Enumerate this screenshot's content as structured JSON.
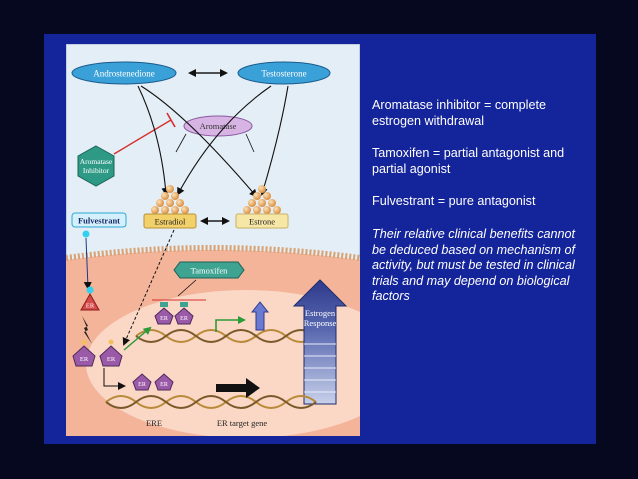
{
  "diagram": {
    "nodes": {
      "androstenedione": "Androstenedione",
      "testosterone": "Testosterone",
      "aromatase": "Aromatase",
      "aromatase_inhibitor_line1": "Aromatase",
      "aromatase_inhibitor_line2": "Inhibitor",
      "estradiol": "Estradiol",
      "estrone": "Estrone",
      "fulvestrant": "Fulvestrant",
      "tamoxifen": "Tamoxifen",
      "er": "ER",
      "estrogen_response_line1": "Estrogen",
      "estrogen_response_line2": "Response",
      "ere": "ERE",
      "er_target_gene": "ER target gene"
    }
  },
  "bullets": [
    "Aromatase inhibitor = complete estrogen withdrawal",
    "Tamoxifen = partial antagonist and partial agonist",
    "Fulvestrant = pure antagonist"
  ],
  "note": "Their relative clinical benefits cannot be deduced based on mechanism of activity, but must be tested in clinical trials and may depend on biological factors",
  "colors": {
    "background": "#05081e",
    "slide": "#14249a",
    "figure_bg": "#e4eef6",
    "cell": "#f3b49a",
    "nucleus": "#fbd8c6",
    "aromatase_fill": "#d8b4e4",
    "inhibitor_fill": "#2e9a86",
    "estradiol_fill": "#f2d06a",
    "estrone_fill": "#f7e7a6",
    "tamoxifen_fill": "#3fa392",
    "er_fill": "#9a5aa8",
    "response_arrow": "#2e3a8c",
    "inhibit_line": "#d62e2e"
  }
}
